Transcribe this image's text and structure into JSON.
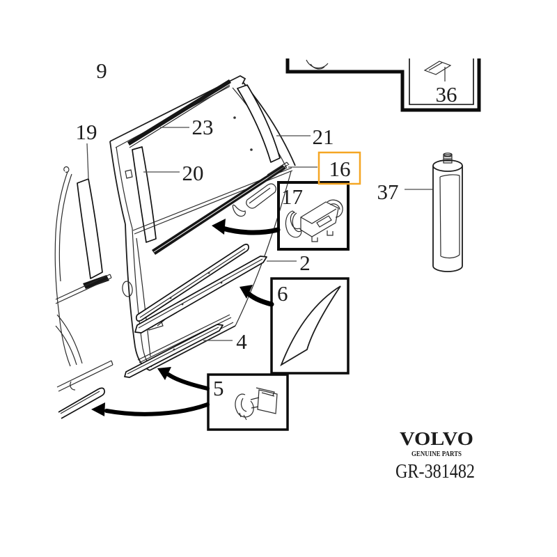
{
  "colors": {
    "highlight": "#F5A623",
    "line": "#1A1A1A"
  },
  "brand": {
    "wordmark": "VOLVO",
    "tagline": "GENUINE PARTS"
  },
  "document": {
    "number": "GR-381482"
  },
  "highlighted_part": "16",
  "parts": {
    "2": "2",
    "4": "4",
    "5": "5",
    "6": "6",
    "9": "9",
    "16": "16",
    "17": "17",
    "19": "19",
    "20": "20",
    "21": "21",
    "23": "23",
    "36": "36",
    "37": "37"
  }
}
